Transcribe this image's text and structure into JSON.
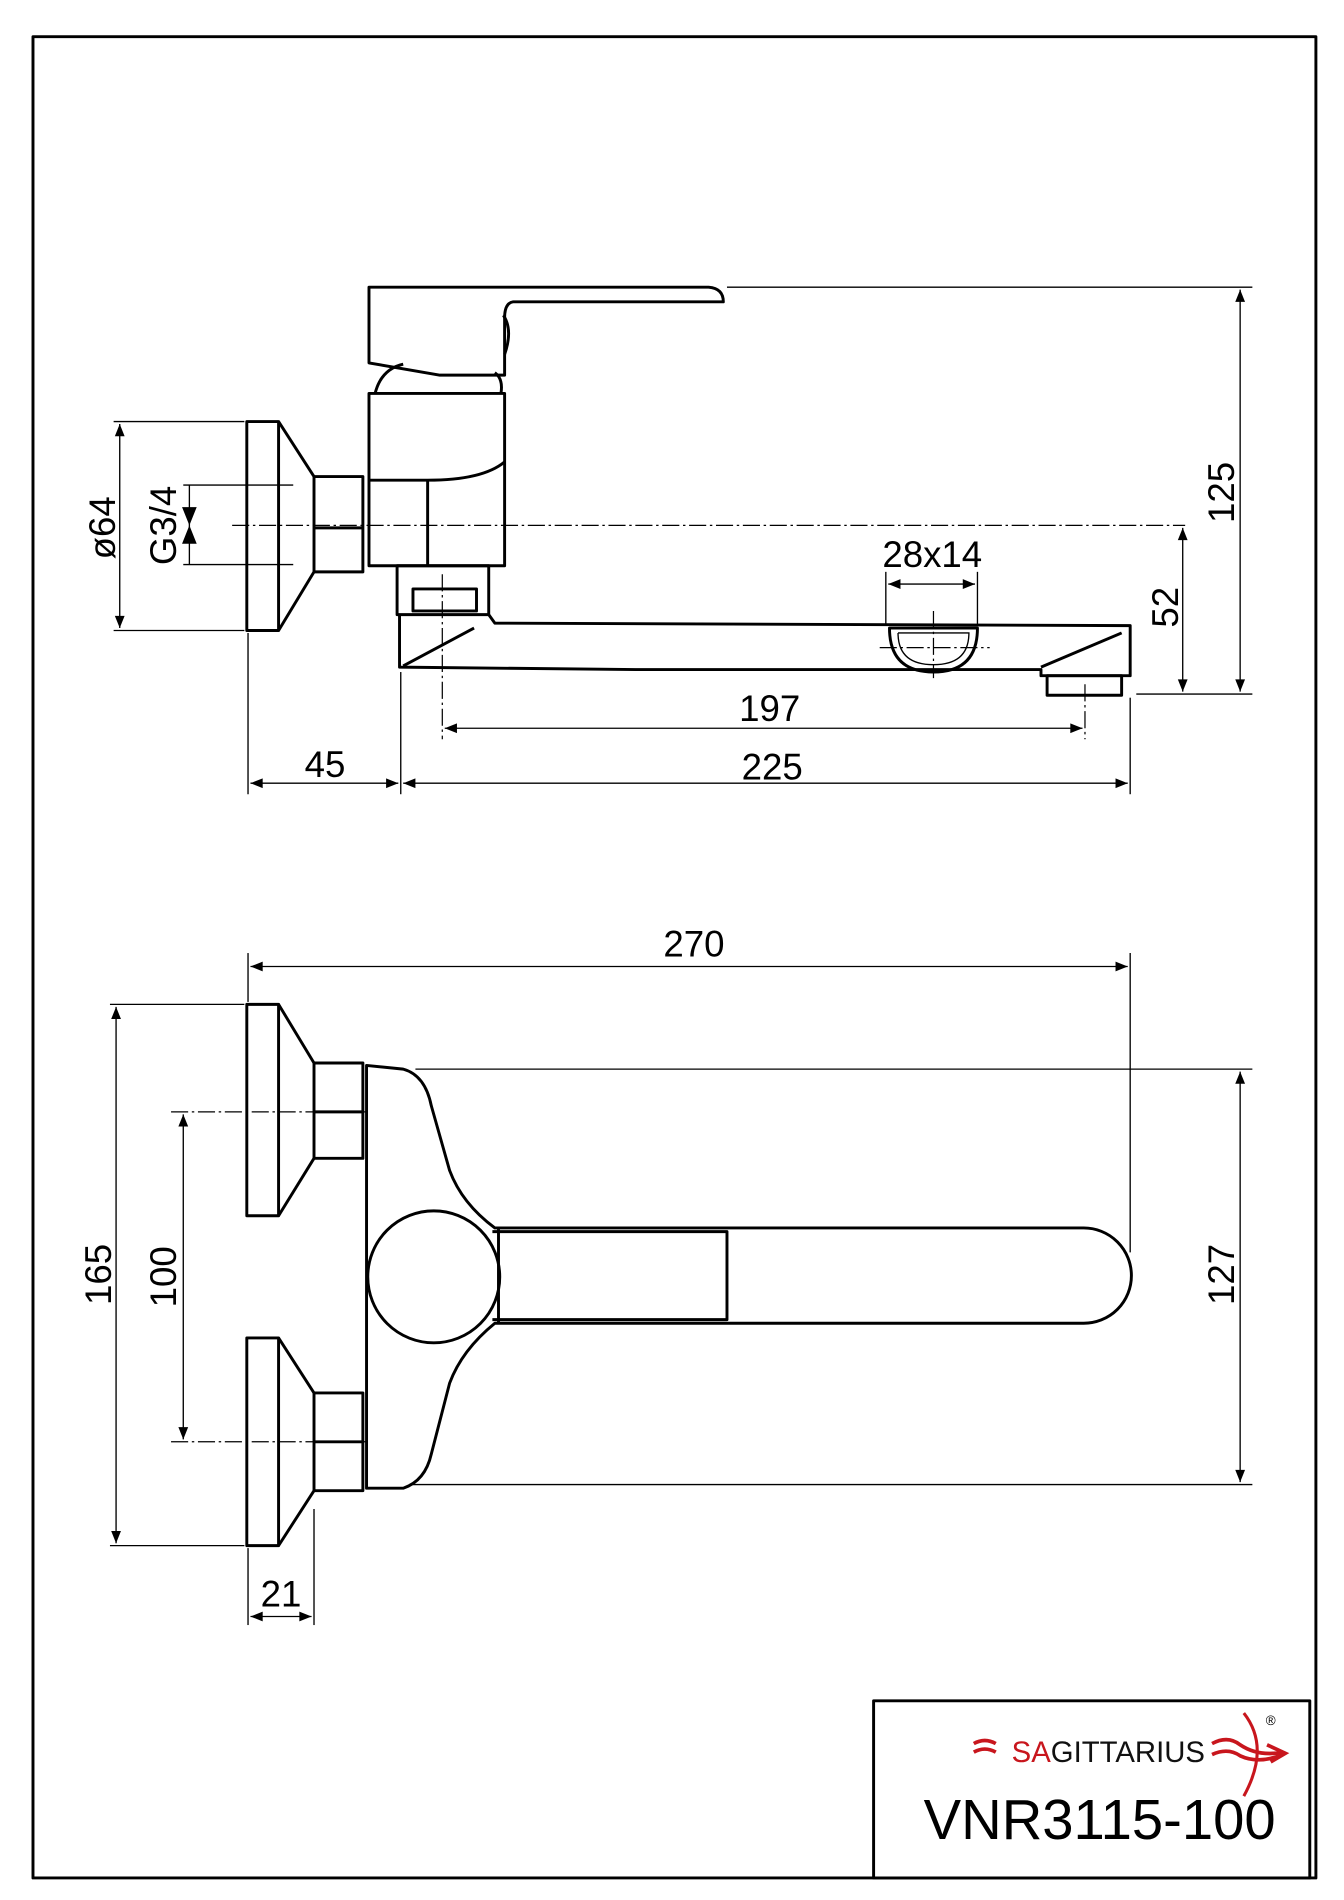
{
  "side_view": {
    "dims": {
      "escutcheon_diameter": "ø64",
      "thread": "G3/4",
      "total_height": "125",
      "spout_height": "52",
      "aerator": "28x14",
      "spout_reach_inner": "197",
      "spout_reach": "225",
      "wall_offset": "45"
    }
  },
  "top_view": {
    "dims": {
      "total_length": "270",
      "escutcheon_span": "165",
      "center_distance": "100",
      "body_width": "127",
      "escutcheon_depth": "21"
    }
  },
  "title_block": {
    "brand_prefix": "SA",
    "brand_rest": "GITTARIUS",
    "registered": "®",
    "model": "VNR3115-100",
    "brand_color": "#c8161d"
  }
}
